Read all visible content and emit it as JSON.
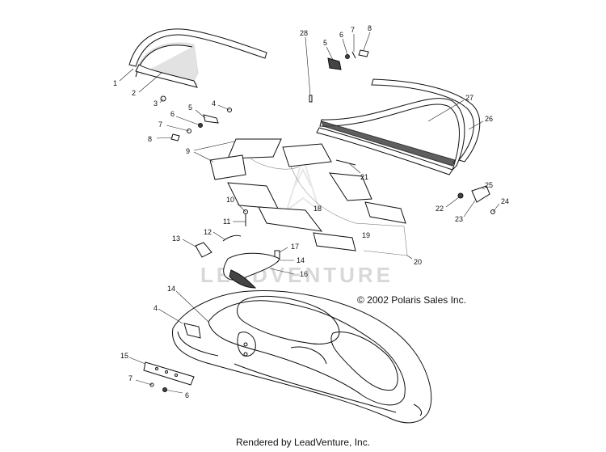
{
  "diagram": {
    "copyright": "© 2002 Polaris Sales Inc.",
    "watermark": "LEADVENTURE",
    "footer": "Rendered by LeadVenture, Inc.",
    "callouts": {
      "c1": "1",
      "c2": "2",
      "c3": "3",
      "c4a": "4",
      "c5a": "5",
      "c6a": "6",
      "c7a": "7",
      "c8a": "8",
      "c9": "9",
      "c10": "10",
      "c11": "11",
      "c12": "12",
      "c13": "13",
      "c14a": "14",
      "c16": "16",
      "c17": "17",
      "c18": "18",
      "c19": "19",
      "c20": "20",
      "c21": "21",
      "c22": "22",
      "c23": "23",
      "c24": "24",
      "c25": "25",
      "c26": "26",
      "c27": "27",
      "c28": "28",
      "c5b": "5",
      "c6b": "6",
      "c7b": "7",
      "c8b": "8",
      "c14b": "14",
      "c4b": "4",
      "c15": "15",
      "c7c": "7",
      "c6c": "6"
    }
  }
}
